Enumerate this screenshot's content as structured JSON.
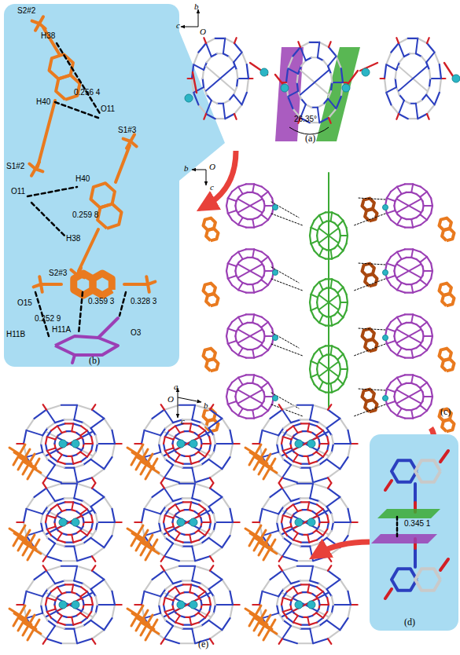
{
  "diagram": {
    "nodes": [
      {
        "text": [
          "(b)"
        ]
      },
      {
        "text": [
          "(d)"
        ]
      }
    ],
    "labels": [
      "b",
      "c",
      "O",
      "(a)",
      "26.35°",
      "S2#2",
      "H38",
      "H40",
      "0.256 4",
      "O11",
      "S1#3",
      "S1#2",
      "O11",
      "H40",
      "H38",
      "0.259 8",
      "S2#3",
      "O15",
      "0.252 9",
      "H11B",
      "0.359 3",
      "0.328 3",
      "H11A",
      "O3",
      "b",
      "O",
      "c",
      "(c)",
      "a",
      "O",
      "b",
      "c",
      "(e)",
      "0.345 1"
    ]
  }
}
